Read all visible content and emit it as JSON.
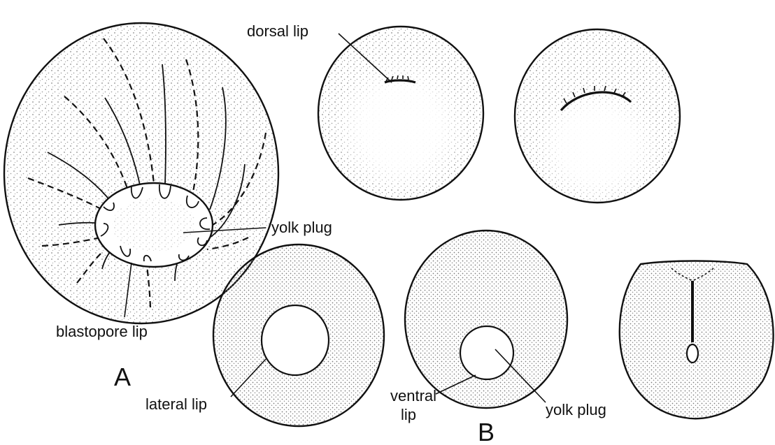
{
  "labels": {
    "dorsal_lip": "dorsal lip",
    "yolk_plug_a": "yolk plug",
    "blastopore_lip": "blastopore lip",
    "panel_a": "A",
    "lateral_lip": "lateral lip",
    "ventral_lip_1": "ventral",
    "ventral_lip_2": "lip",
    "yolk_plug_b": "yolk plug",
    "panel_b": "B"
  },
  "colors": {
    "ink": "#111111",
    "paper": "#ffffff",
    "stipple": "#8a8a8a"
  }
}
